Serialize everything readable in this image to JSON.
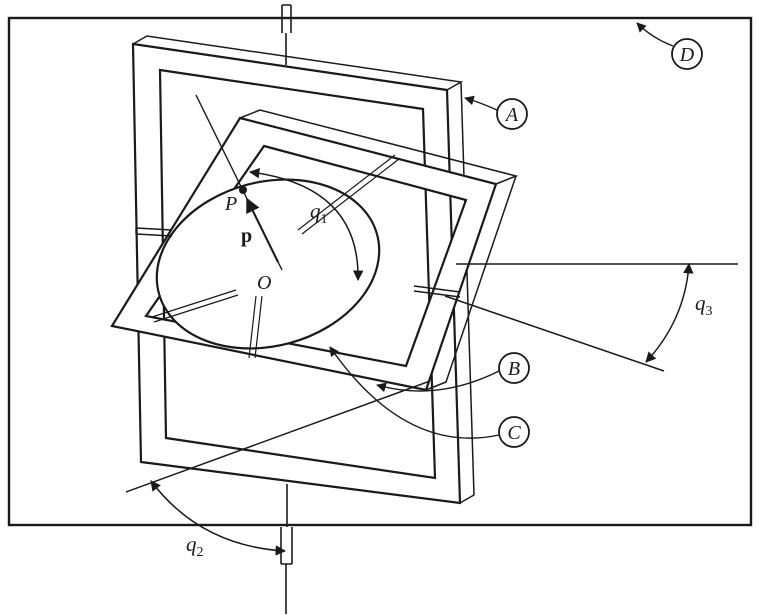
{
  "figure": {
    "callouts": {
      "A": "A",
      "B": "B",
      "C": "C",
      "D": "D"
    },
    "angles": {
      "q1": {
        "base": "q",
        "sub": "1"
      },
      "q2": {
        "base": "q",
        "sub": "2"
      },
      "q3": {
        "base": "q",
        "sub": "3"
      }
    },
    "points": {
      "P": "P",
      "vector_p": "p",
      "origin": "O"
    },
    "colors": {
      "ink": "#1a1a1a",
      "paper": "#ffffff"
    }
  }
}
